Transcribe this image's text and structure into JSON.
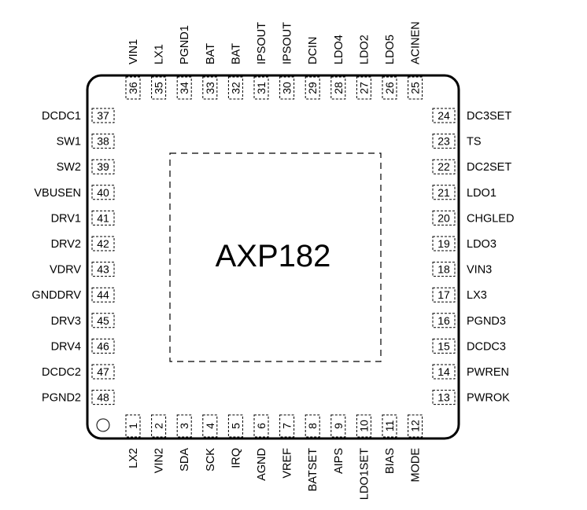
{
  "chip": {
    "name": "AXP182"
  },
  "pins": {
    "left": [
      {
        "num": "37",
        "label": "DCDC1"
      },
      {
        "num": "38",
        "label": "SW1"
      },
      {
        "num": "39",
        "label": "SW2"
      },
      {
        "num": "40",
        "label": "VBUSEN"
      },
      {
        "num": "41",
        "label": "DRV1"
      },
      {
        "num": "42",
        "label": "DRV2"
      },
      {
        "num": "43",
        "label": "VDRV"
      },
      {
        "num": "44",
        "label": "GNDDRV"
      },
      {
        "num": "45",
        "label": "DRV3"
      },
      {
        "num": "46",
        "label": "DRV4"
      },
      {
        "num": "47",
        "label": "DCDC2"
      },
      {
        "num": "48",
        "label": "PGND2"
      }
    ],
    "right": [
      {
        "num": "24",
        "label": "DC3SET"
      },
      {
        "num": "23",
        "label": "TS"
      },
      {
        "num": "22",
        "label": "DC2SET"
      },
      {
        "num": "21",
        "label": "LDO1"
      },
      {
        "num": "20",
        "label": "CHGLED"
      },
      {
        "num": "19",
        "label": "LDO3"
      },
      {
        "num": "18",
        "label": "VIN3"
      },
      {
        "num": "17",
        "label": "LX3"
      },
      {
        "num": "16",
        "label": "PGND3"
      },
      {
        "num": "15",
        "label": "DCDC3"
      },
      {
        "num": "14",
        "label": "PWREN"
      },
      {
        "num": "13",
        "label": "PWROK"
      }
    ],
    "top": [
      {
        "num": "36",
        "label": "VIN1"
      },
      {
        "num": "35",
        "label": "LX1"
      },
      {
        "num": "34",
        "label": "PGND1"
      },
      {
        "num": "33",
        "label": "BAT"
      },
      {
        "num": "32",
        "label": "BAT"
      },
      {
        "num": "31",
        "label": "IPSOUT"
      },
      {
        "num": "30",
        "label": "IPSOUT"
      },
      {
        "num": "29",
        "label": "DCIN"
      },
      {
        "num": "28",
        "label": "LDO4"
      },
      {
        "num": "27",
        "label": "LDO2"
      },
      {
        "num": "26",
        "label": "LDO5"
      },
      {
        "num": "25",
        "label": "ACINEN"
      }
    ],
    "bottom": [
      {
        "num": "1",
        "label": "LX2"
      },
      {
        "num": "2",
        "label": "VIN2"
      },
      {
        "num": "3",
        "label": "SDA"
      },
      {
        "num": "4",
        "label": "SCK"
      },
      {
        "num": "5",
        "label": "IRQ"
      },
      {
        "num": "6",
        "label": "AGND"
      },
      {
        "num": "7",
        "label": "VREF"
      },
      {
        "num": "8",
        "label": "BATSET"
      },
      {
        "num": "9",
        "label": "AIPS"
      },
      {
        "num": "10",
        "label": "LDO1SET"
      },
      {
        "num": "11",
        "label": "BIAS"
      },
      {
        "num": "12",
        "label": "MODE"
      }
    ]
  }
}
